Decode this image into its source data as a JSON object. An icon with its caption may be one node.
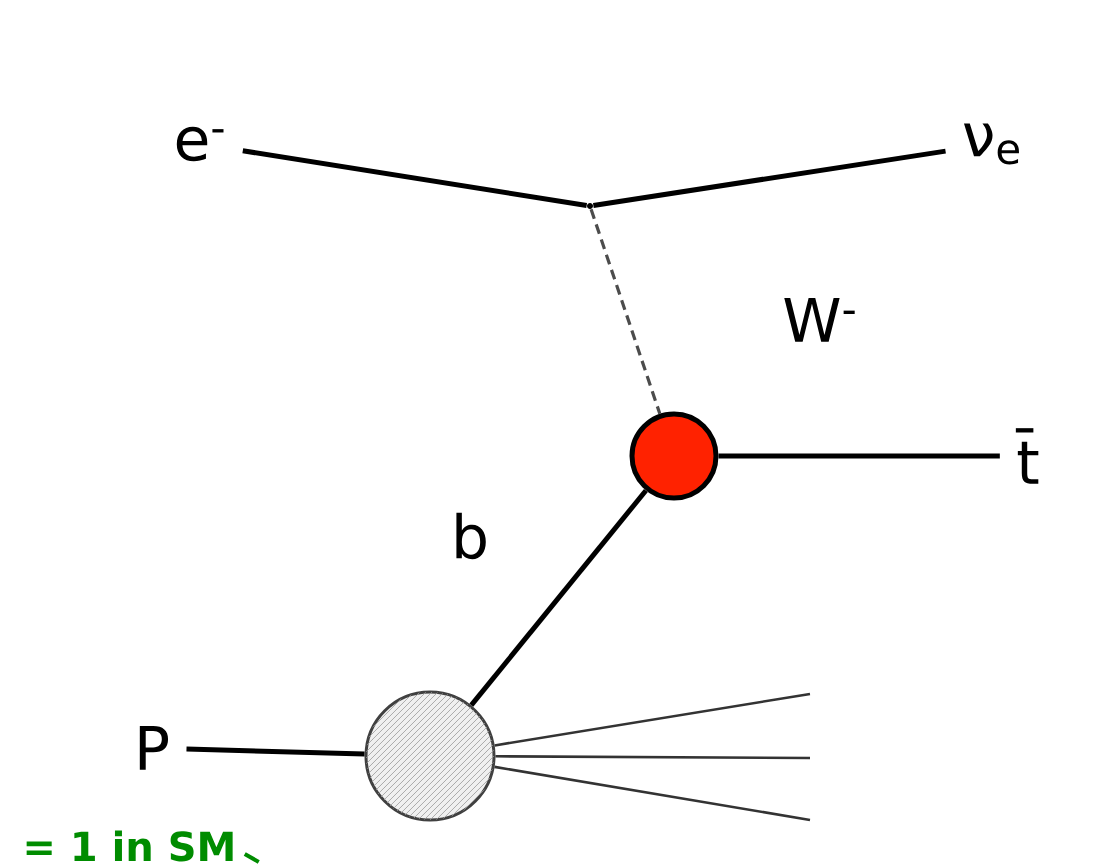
{
  "diagram": {
    "nodes": [
      {
        "text": [
          "e$^{-}$"
        ]
      },
      {
        "text": [
          "ν$_{e}$"
        ]
      },
      {
        "text": [],
        "shape": "point"
      },
      {
        "text": [],
        "shape": "circle"
      },
      {
        "text": [
          "t̄"
        ]
      },
      {
        "text": [],
        "shape": "circle"
      },
      {
        "text": [
          "P"
        ]
      }
    ],
    "edges": [
      {
        "from": 0,
        "to": 2,
        "arrow": "none"
      },
      {
        "from": 2,
        "to": 1,
        "arrow": "none"
      },
      {
        "from": 2,
        "to": 3,
        "arrow": "none",
        "style": "dashed",
        "label": "W$^{-}$"
      },
      {
        "from": 3,
        "to": 4,
        "arrow": "none"
      },
      {
        "from": 5,
        "to": 3,
        "arrow": "none",
        "label": "b"
      },
      {
        "from": 6,
        "to": 5,
        "arrow": "none"
      },
      {
        "from": 5,
        "to": null,
        "arrow": "none"
      },
      {
        "from": 5,
        "to": null,
        "arrow": "none"
      },
      {
        "from": 5,
        "to": null,
        "arrow": "none"
      }
    ],
    "labels": [
      "= 1 in SM"
    ]
  }
}
